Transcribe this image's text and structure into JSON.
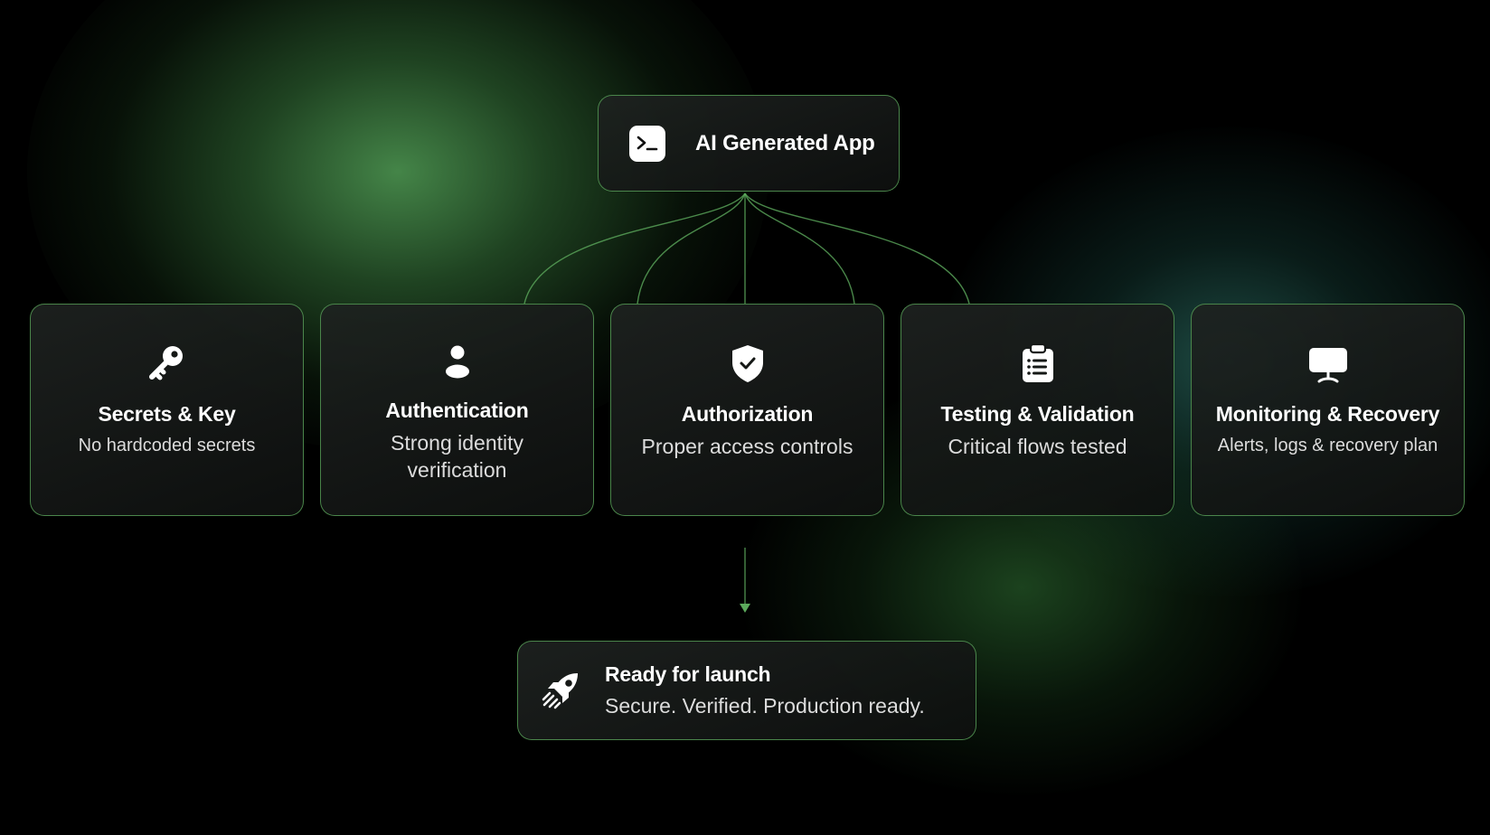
{
  "root": {
    "label": "AI Generated App",
    "icon": "terminal-icon"
  },
  "cards": [
    {
      "title": "Secrets & Key",
      "description": "No hardcoded secrets",
      "icon": "key-icon"
    },
    {
      "title": "Authentication",
      "description": "Strong identity verification",
      "icon": "user-icon"
    },
    {
      "title": "Authorization",
      "description": "Proper access controls",
      "icon": "shield-check-icon"
    },
    {
      "title": "Testing & Validation",
      "description": "Critical flows tested",
      "icon": "clipboard-list-icon"
    },
    {
      "title": "Monitoring & Recovery",
      "description": "Alerts, logs & recovery plan",
      "icon": "monitor-icon"
    }
  ],
  "result": {
    "title": "Ready for launch",
    "subtitle": "Secure. Verified. Production ready.",
    "icon": "rocket-icon"
  },
  "colors": {
    "accent": "#5caa5c",
    "background": "#000000",
    "glow": "#3f7a44"
  }
}
